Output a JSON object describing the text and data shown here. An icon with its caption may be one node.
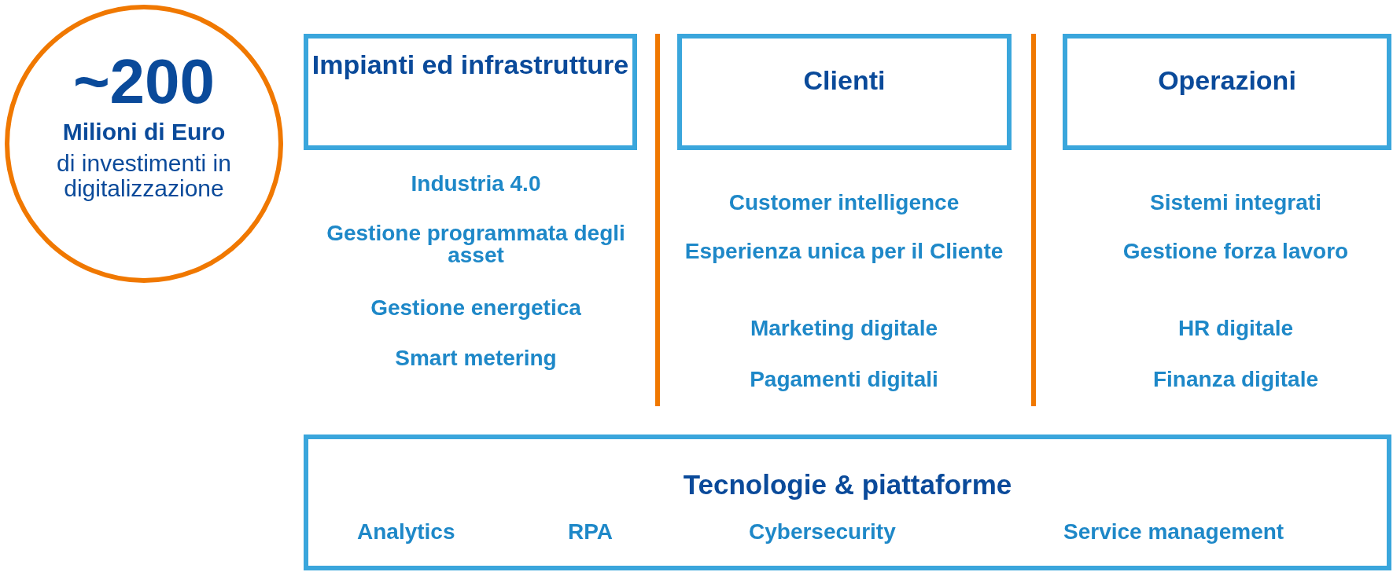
{
  "diagram": {
    "nodes": [
      {
        "text": [
          "~200",
          "Milioni di Euro",
          "di investimenti in digitalizzazione"
        ]
      },
      {
        "text": [
          "Impianti ed infrastrutture"
        ]
      },
      {
        "text": [
          "Clienti"
        ]
      },
      {
        "text": [
          "Operazioni"
        ]
      },
      {
        "text": [
          "Tecnologie & piattaforme",
          "Analytics",
          "RPA",
          "Cybersecurity",
          "Service management"
        ]
      }
    ],
    "edges": [],
    "labels": [
      "Industria 4.0",
      "Gestione programmata degli asset",
      "Gestione energetica",
      "Smart metering",
      "Customer intelligence",
      "Esperienza unica per il Cliente",
      "Marketing digitale",
      "Pagamenti digitali",
      "Sistemi integrati",
      "Gestione forza lavoro",
      "HR digitale",
      "Finanza digitale"
    ]
  }
}
